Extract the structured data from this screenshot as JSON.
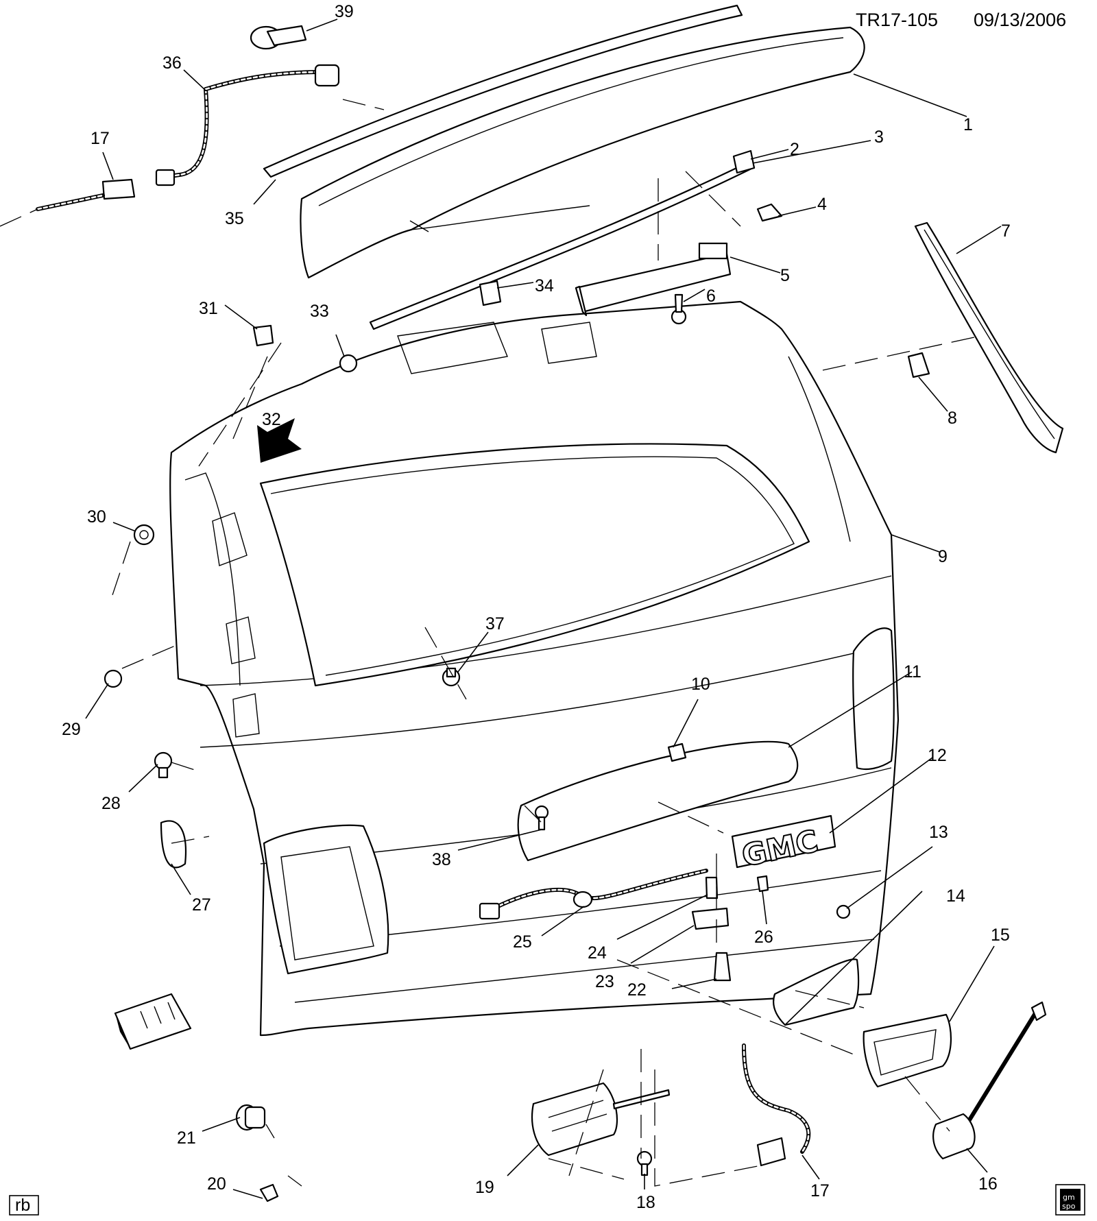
{
  "header": {
    "code": "TR17-105",
    "date": "09/13/2006"
  },
  "badge_text": "GMC",
  "corner_tag": "rb",
  "callouts": [
    "1",
    "2",
    "3",
    "4",
    "5",
    "6",
    "7",
    "8",
    "9",
    "10",
    "11",
    "12",
    "13",
    "14",
    "15",
    "16",
    "17",
    "17",
    "18",
    "19",
    "20",
    "21",
    "22",
    "23",
    "24",
    "25",
    "26",
    "27",
    "28",
    "29",
    "30",
    "31",
    "32",
    "33",
    "34",
    "35",
    "36",
    "37",
    "38",
    "39"
  ],
  "colors": {
    "ink": "#000000",
    "paper": "#ffffff"
  },
  "icons": [
    "front-direction-arrow-icon",
    "gm-spo-logo-icon"
  ]
}
